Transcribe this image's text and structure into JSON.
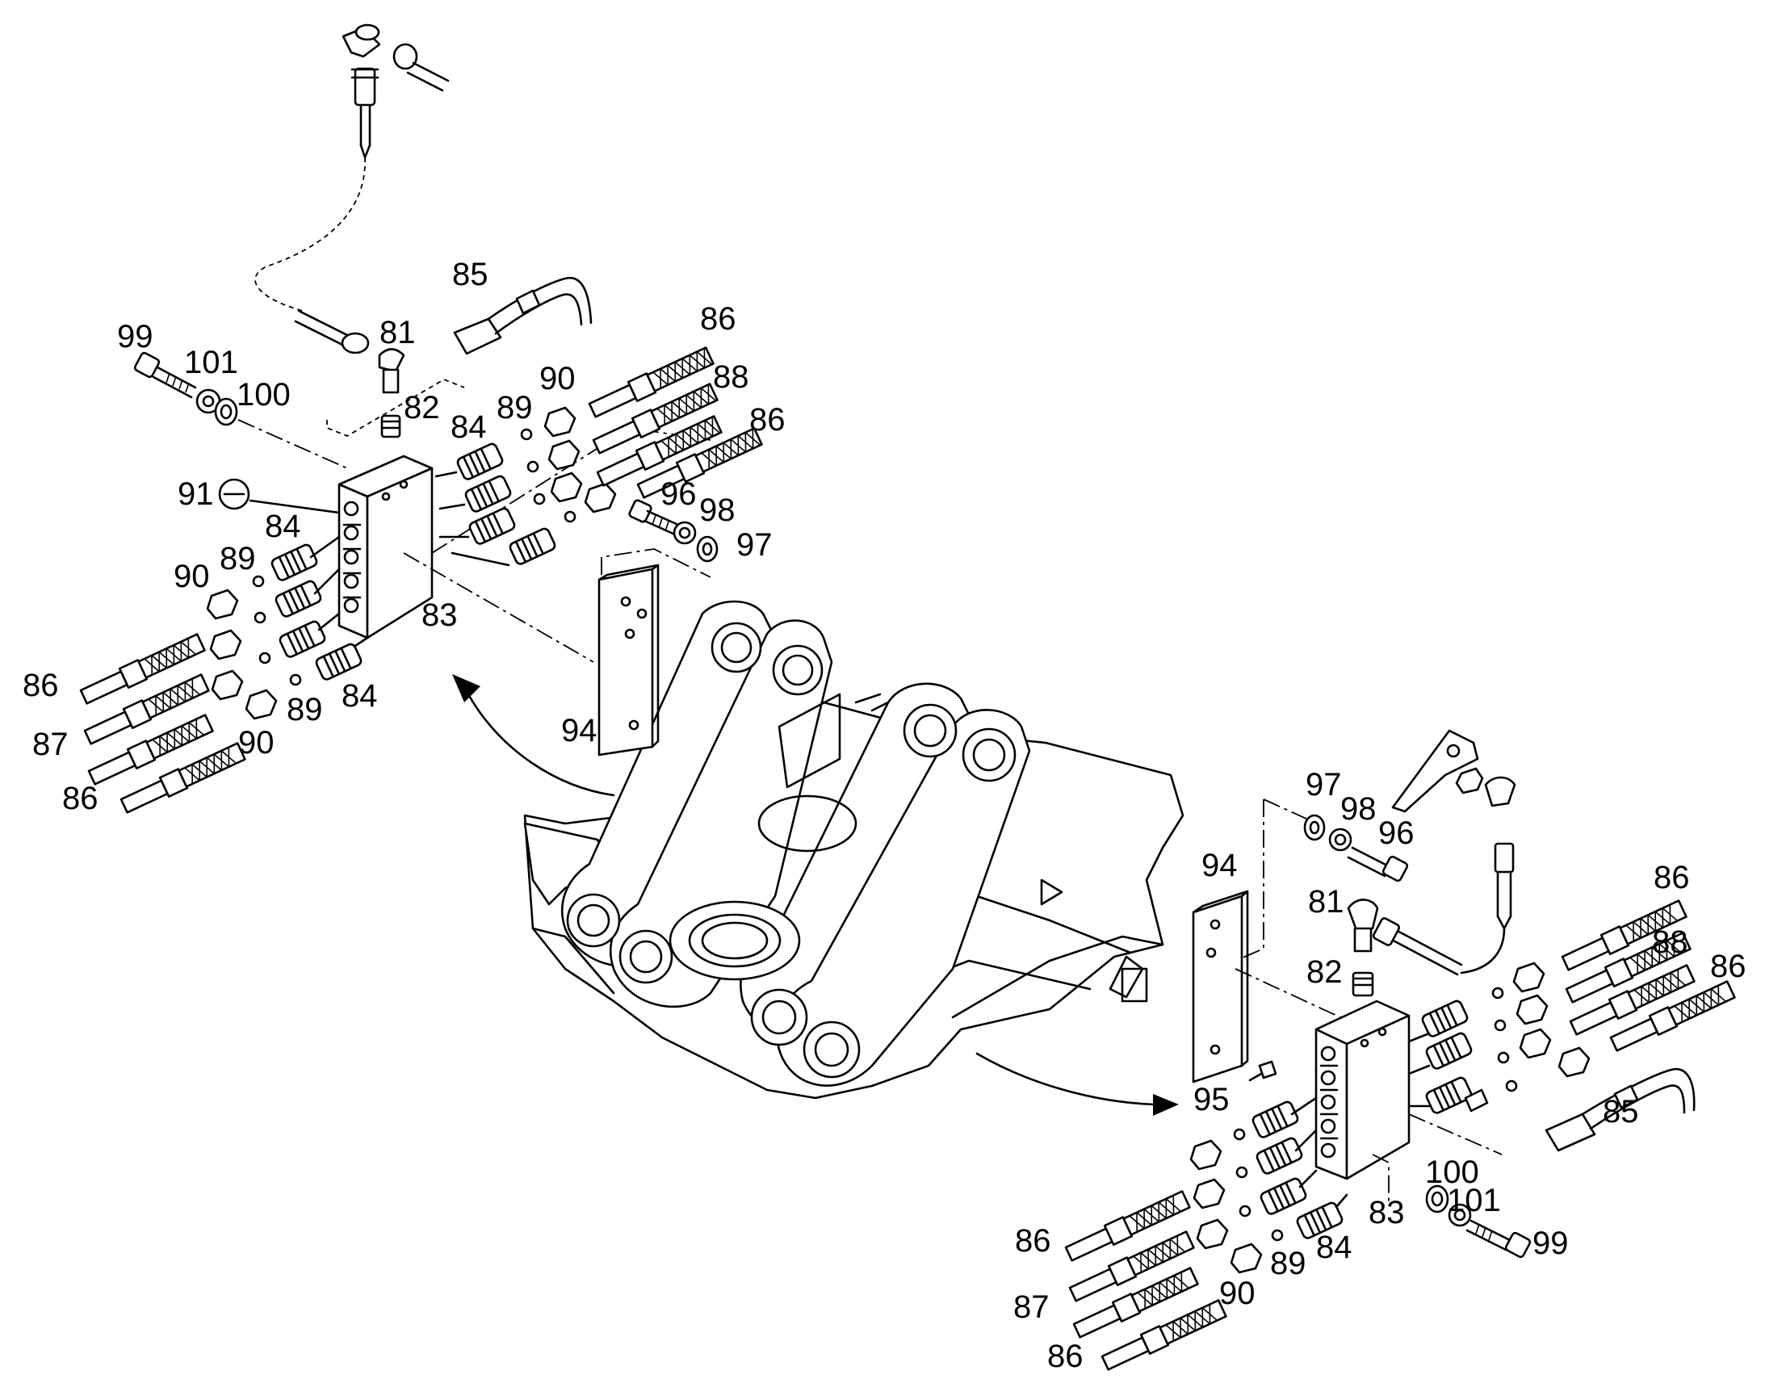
{
  "diagram": {
    "colors": {
      "ink": "#000000",
      "paper": "#ffffff"
    },
    "labels": {
      "l_99": "99",
      "l_101": "101",
      "l_100": "100",
      "l_81": "81",
      "l_85": "85",
      "l_82": "82",
      "l_84_top": "84",
      "l_89_top": "89",
      "l_90_top": "90",
      "l_86_top1": "86",
      "l_88_top": "88",
      "l_86_top2": "86",
      "l_91": "91",
      "l_96_top": "96",
      "l_98_top": "98",
      "l_97_top": "97",
      "l_84_left": "84",
      "l_89_left": "89",
      "l_90_left": "90",
      "l_83_left": "83",
      "l_86_left1": "86",
      "l_87_left": "87",
      "l_86_left2": "86",
      "l_89_left2": "89",
      "l_84_left2": "84",
      "l_90_left2": "90",
      "l_94_left": "94",
      "l_97_right": "97",
      "l_98_right": "98",
      "l_96_right": "96",
      "l_94_right": "94",
      "l_81_right": "81",
      "l_82_right": "82",
      "l_86_right1": "86",
      "l_88_right": "88",
      "l_86_right2": "86",
      "l_85_right": "85",
      "l_95": "95",
      "l_83_right": "83",
      "l_100_right": "100",
      "l_101_right": "101",
      "l_99_right": "99",
      "l_86_bot1": "86",
      "l_87_bot": "87",
      "l_86_bot2": "86",
      "l_90_bot": "90",
      "l_89_bot": "89",
      "l_84_bot": "84"
    }
  }
}
